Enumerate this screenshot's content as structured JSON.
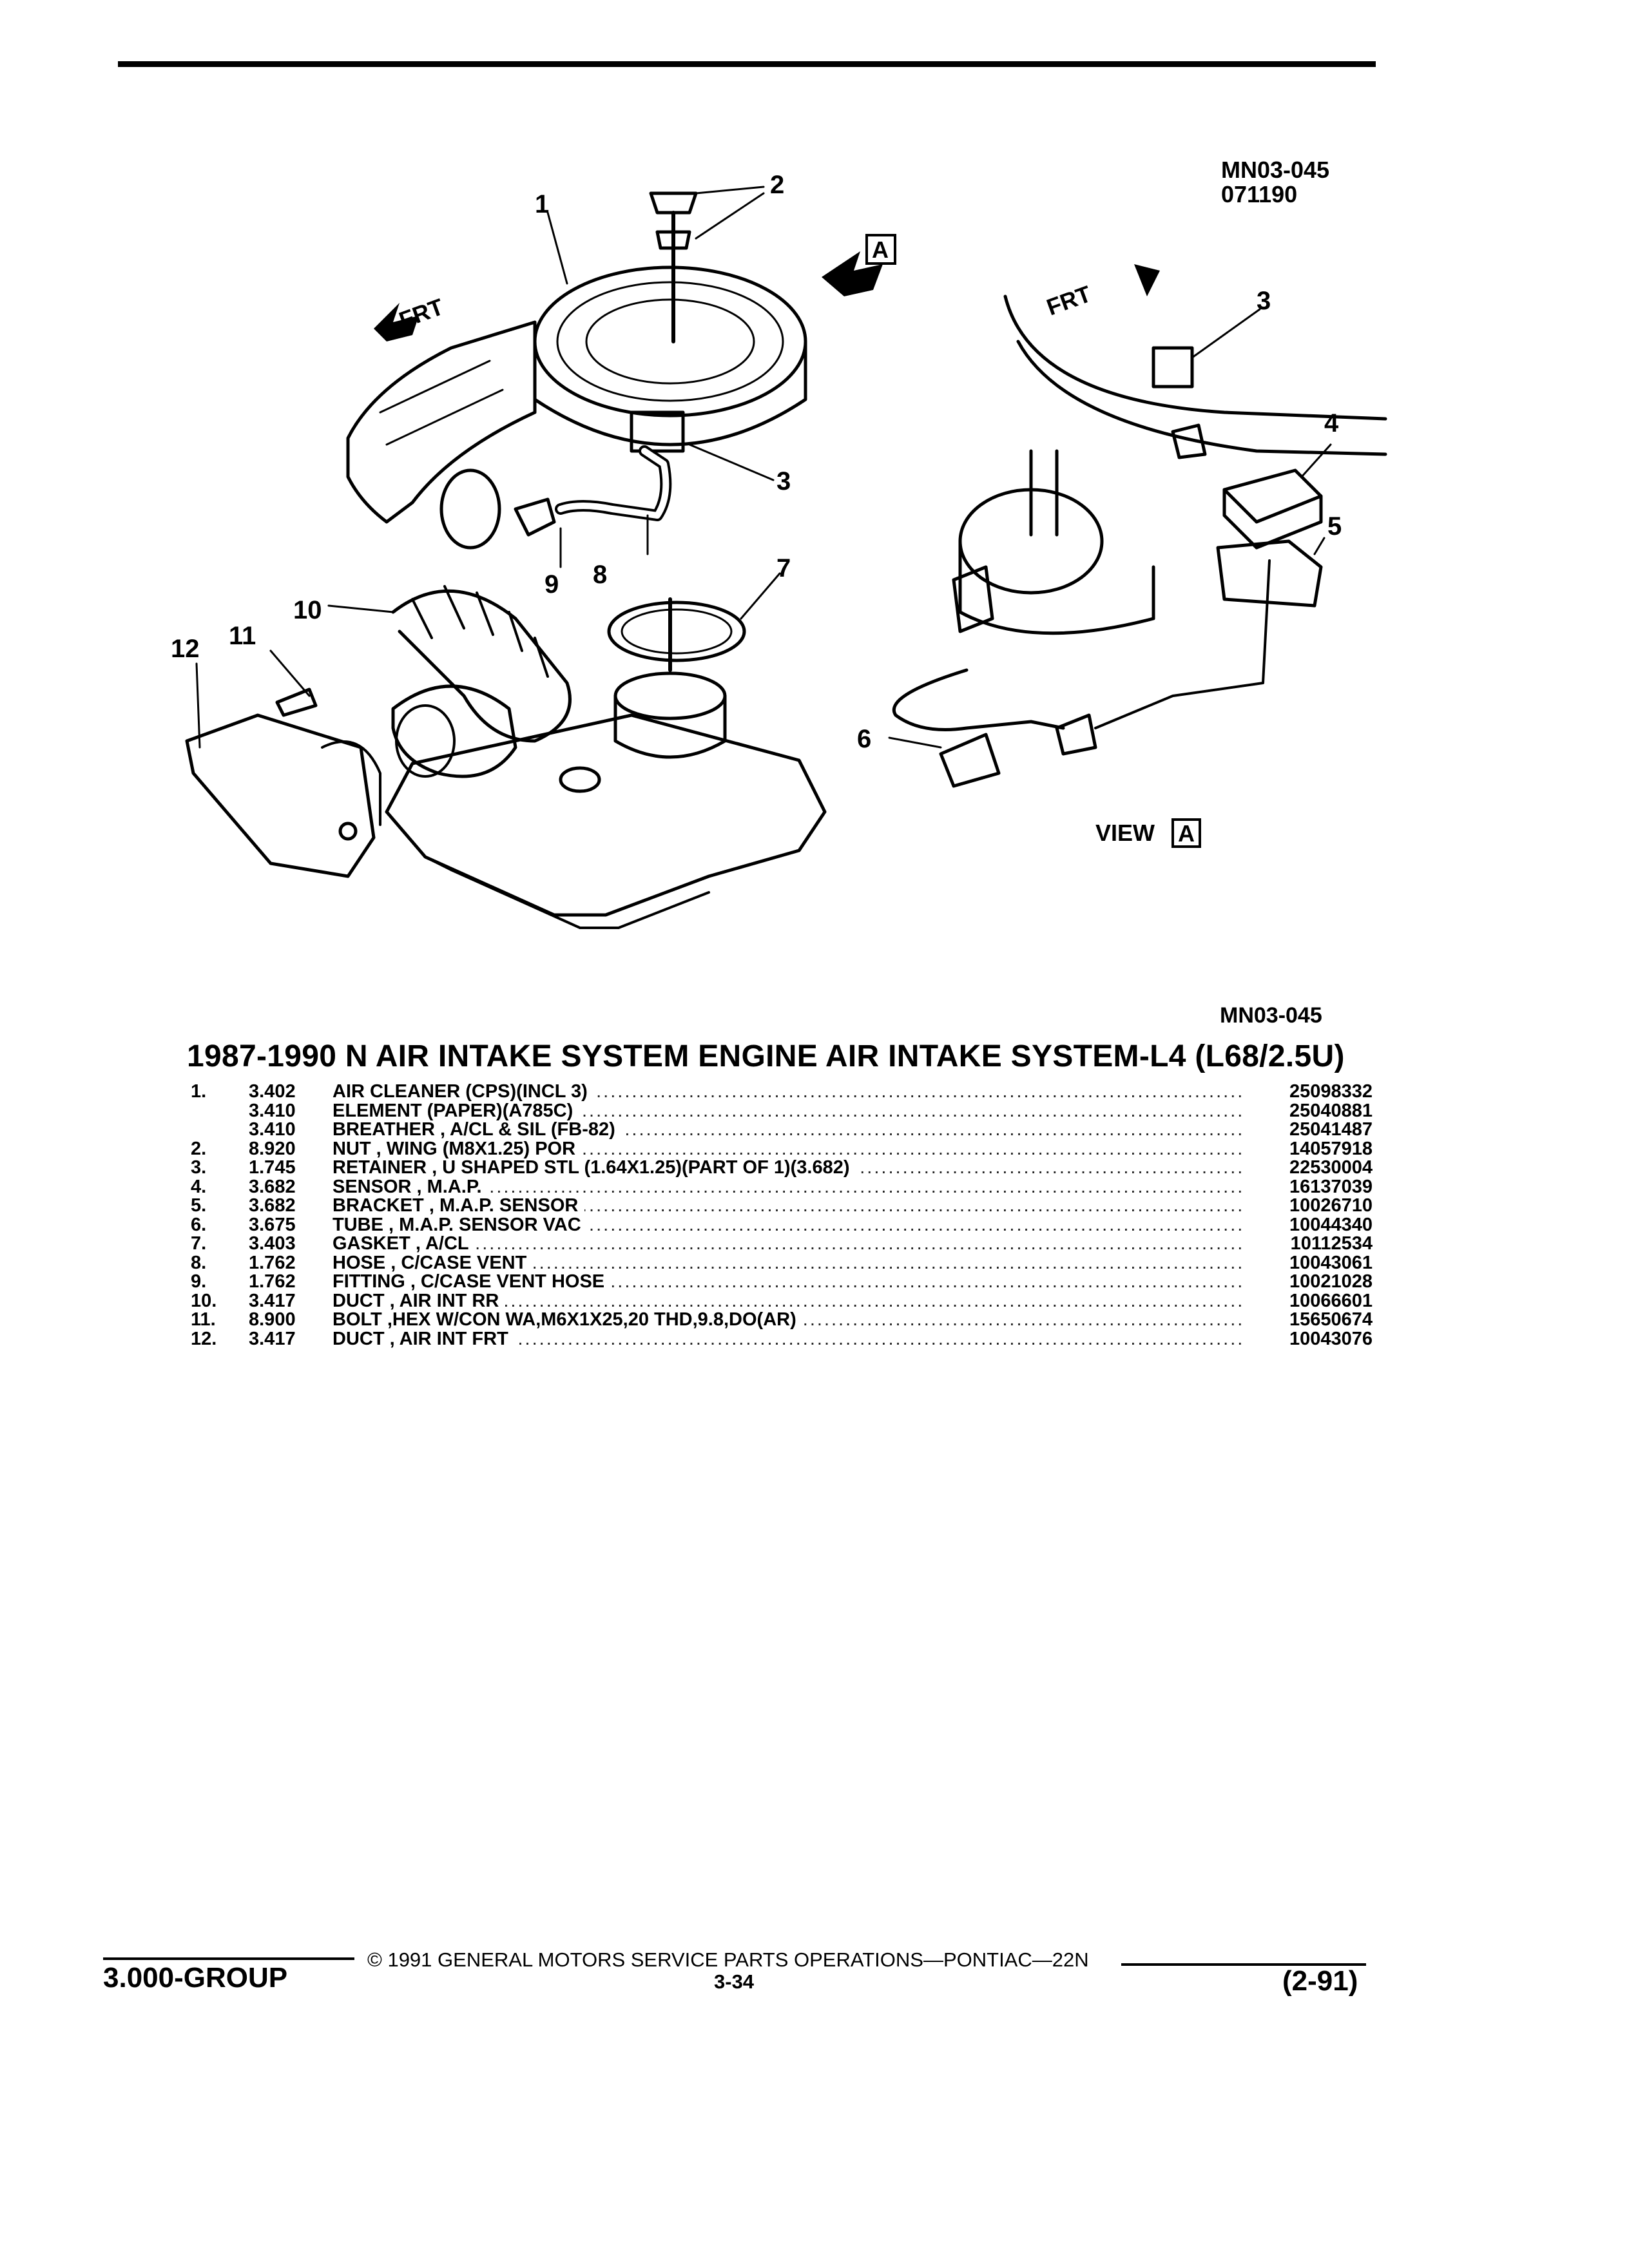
{
  "header": {
    "illustration_id": "MN03-045",
    "illustration_date": "071190"
  },
  "illustration": {
    "frt_label_1": "FRT",
    "frt_label_2": "FRT",
    "view_label": "VIEW",
    "view_marker": "A",
    "view_arrow_marker": "A",
    "callouts": [
      "1",
      "2",
      "3",
      "3",
      "4",
      "5",
      "6",
      "7",
      "8",
      "9",
      "10",
      "11",
      "12"
    ]
  },
  "illustration_ref": "MN03-045",
  "section_title": "1987-1990 N AIR INTAKE SYSTEM ENGINE AIR INTAKE SYSTEM-L4 (L68/2.5U)",
  "parts": [
    {
      "num": "1.",
      "group": "3.402",
      "desc": "AIR CLEANER (CPS)(INCL 3)",
      "part_no": "25098332"
    },
    {
      "num": "",
      "group": "3.410",
      "desc": "ELEMENT (PAPER)(A785C)",
      "part_no": "25040881"
    },
    {
      "num": "",
      "group": "3.410",
      "desc": "BREATHER , A/CL & SIL (FB-82)",
      "part_no": "25041487"
    },
    {
      "num": "2.",
      "group": "8.920",
      "desc": "NUT , WING (M8X1.25) POR",
      "part_no": "14057918"
    },
    {
      "num": "3.",
      "group": "1.745",
      "desc": "RETAINER , U SHAPED STL (1.64X1.25)(PART OF 1)(3.682)",
      "part_no": "22530004"
    },
    {
      "num": "4.",
      "group": "3.682",
      "desc": "SENSOR , M.A.P.",
      "part_no": "16137039"
    },
    {
      "num": "5.",
      "group": "3.682",
      "desc": "BRACKET , M.A.P. SENSOR",
      "part_no": "10026710"
    },
    {
      "num": "6.",
      "group": "3.675",
      "desc": "TUBE , M.A.P. SENSOR VAC",
      "part_no": "10044340"
    },
    {
      "num": "7.",
      "group": "3.403",
      "desc": "GASKET , A/CL",
      "part_no": "10112534"
    },
    {
      "num": "8.",
      "group": "1.762",
      "desc": "HOSE , C/CASE VENT",
      "part_no": "10043061"
    },
    {
      "num": "9.",
      "group": "1.762",
      "desc": "FITTING , C/CASE VENT HOSE",
      "part_no": "10021028"
    },
    {
      "num": "10.",
      "group": "3.417",
      "desc": "DUCT , AIR INT RR",
      "part_no": "10066601"
    },
    {
      "num": "11.",
      "group": "8.900",
      "desc": "BOLT ,HEX W/CON WA,M6X1X25,20 THD,9.8,DO(AR)",
      "part_no": "15650674"
    },
    {
      "num": "12.",
      "group": "3.417",
      "desc": "DUCT , AIR INT FRT",
      "part_no": "10043076"
    }
  ],
  "footer": {
    "group": "3.000-GROUP",
    "copyright": "© 1991 GENERAL MOTORS SERVICE PARTS OPERATIONS—PONTIAC—22N",
    "page": "3-34",
    "date": "(2-91)"
  }
}
